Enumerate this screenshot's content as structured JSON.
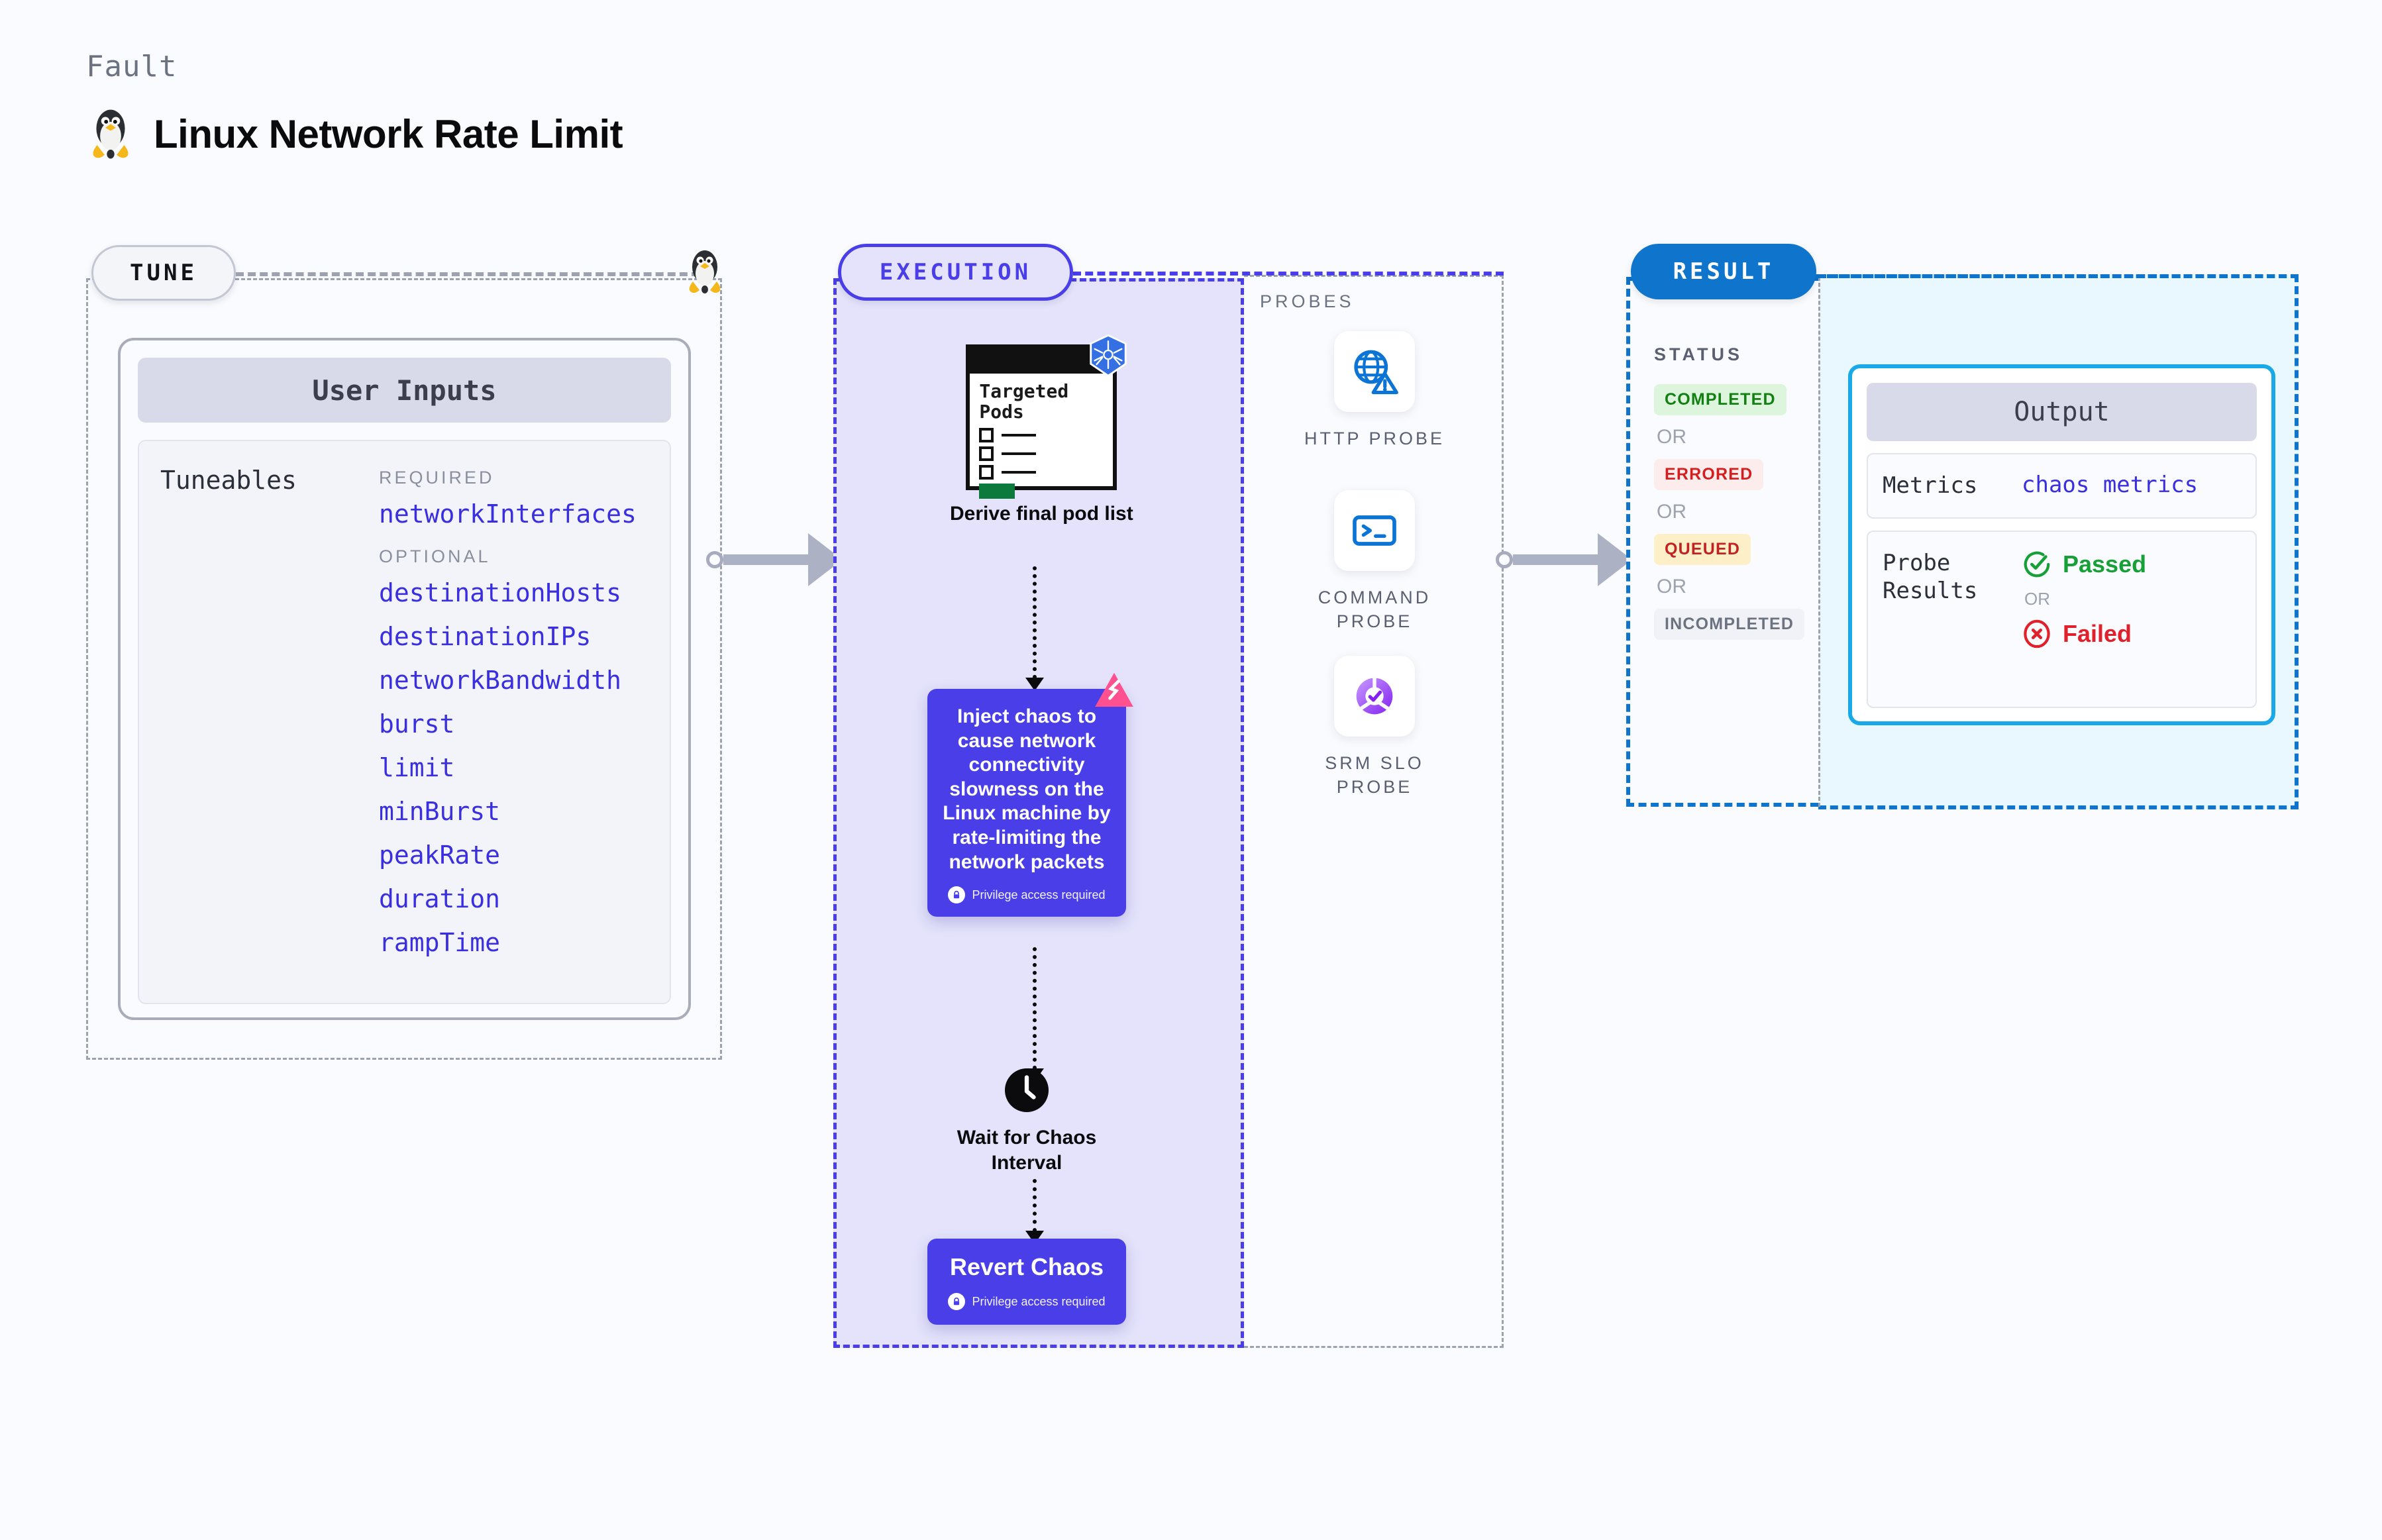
{
  "header": {
    "kicker": "Fault",
    "title": "Linux Network Rate Limit",
    "icon": "linux-penguin-icon"
  },
  "tune": {
    "pill_label": "TUNE",
    "card_title": "User Inputs",
    "tuneables_label": "Tuneables",
    "groups": [
      {
        "label": "REQUIRED",
        "items": [
          "networkInterfaces"
        ]
      },
      {
        "label": "OPTIONAL",
        "items": [
          "destinationHosts",
          "destinationIPs",
          "networkBandwidth",
          "burst",
          "limit",
          "minBurst",
          "peakRate",
          "duration",
          "rampTime"
        ]
      }
    ]
  },
  "execution": {
    "pill_label": "EXECUTION",
    "pods_card": {
      "title_line1": "Targeted",
      "title_line2": "Pods",
      "badge_icon": "kubernetes-icon"
    },
    "pods_caption": "Derive final pod list",
    "chaos_card": {
      "text": "Inject chaos to cause network connectivity slowness on the Linux machine by rate-limiting the network packets",
      "privilege_note": "Privilege access required",
      "badge_icon": "litmuschaos-icon"
    },
    "wait_node": {
      "icon": "clock-icon",
      "caption_line1": "Wait for Chaos",
      "caption_line2": "Interval"
    },
    "revert_card": {
      "text": "Revert Chaos",
      "privilege_note": "Privilege access required"
    }
  },
  "probes": {
    "section_label": "PROBES",
    "items": [
      {
        "icon": "globe-warning-icon",
        "label": "HTTP PROBE"
      },
      {
        "icon": "terminal-icon",
        "label": "COMMAND PROBE"
      },
      {
        "icon": "slo-gauge-icon",
        "label": "SRM SLO PROBE"
      }
    ]
  },
  "result": {
    "pill_label": "RESULT",
    "status_label": "STATUS",
    "or_label": "OR",
    "statuses": [
      {
        "label": "COMPLETED",
        "tone": "completed"
      },
      {
        "label": "ERRORED",
        "tone": "errored"
      },
      {
        "label": "QUEUED",
        "tone": "queued"
      },
      {
        "label": "INCOMPLETED",
        "tone": "incomplete"
      }
    ],
    "output": {
      "title": "Output",
      "metrics_key": "Metrics",
      "metrics_value": "chaos metrics",
      "probe_key_line1": "Probe",
      "probe_key_line2": "Results",
      "passed_label": "Passed",
      "failed_label": "Failed",
      "or_label": "OR"
    }
  },
  "colors": {
    "page_bg": "#fafbfe",
    "accent_purple": "#4a3ee8",
    "accent_blue": "#0e74cc",
    "output_border": "#19a9e8",
    "muted": "#9ca3af",
    "success": "#18a038",
    "danger": "#e0202a",
    "warning": "#c32222",
    "litmus_pink": "#ff5090"
  }
}
